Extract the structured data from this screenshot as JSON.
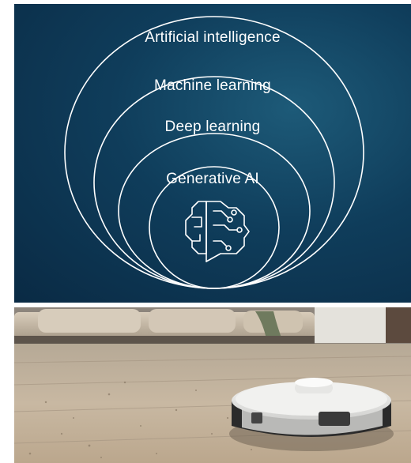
{
  "diagram": {
    "labels": [
      "Artificial intelligence",
      "Machine learning",
      "Deep learning",
      "Generative AI"
    ],
    "colors": {
      "background": "#0f3d5b",
      "stroke": "#ffffff"
    }
  },
  "photo": {
    "subject": "robot-vacuum-on-wood-floor"
  }
}
